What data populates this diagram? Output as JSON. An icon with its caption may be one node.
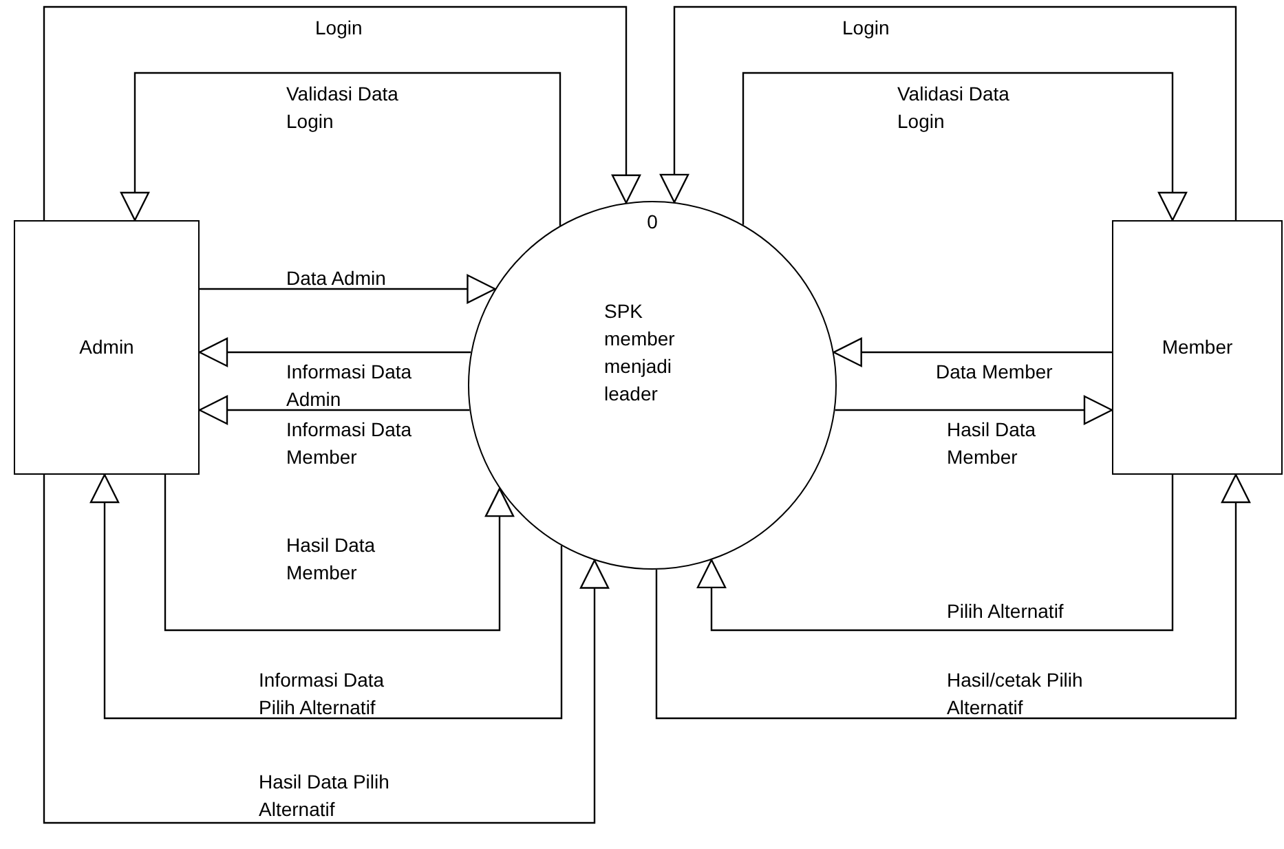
{
  "diagram": {
    "nodes": [
      {
        "text": [
          "Admin"
        ]
      },
      {
        "text": [
          "0",
          "SPK member menjadi leader"
        ]
      },
      {
        "text": [
          "Member"
        ]
      }
    ],
    "edges": [
      {
        "from": 0,
        "to": 1,
        "arrow": "to",
        "label": "Login"
      },
      {
        "from": 1,
        "to": 0,
        "arrow": "to",
        "label": "Validasi Data Login"
      },
      {
        "from": 0,
        "to": 1,
        "arrow": "to",
        "label": "Data Admin"
      },
      {
        "from": 1,
        "to": 0,
        "arrow": "to",
        "label": "Informasi Data Admin"
      },
      {
        "from": 1,
        "to": 0,
        "arrow": "to",
        "label": "Informasi Data Member"
      },
      {
        "from": 0,
        "to": 1,
        "arrow": "to",
        "label": "Hasil Data Member"
      },
      {
        "from": 1,
        "to": 0,
        "arrow": "to",
        "label": "Informasi Data Pilih Alternatif"
      },
      {
        "from": 0,
        "to": 1,
        "arrow": "to",
        "label": "Hasil Data Pilih Alternatif"
      },
      {
        "from": 2,
        "to": 1,
        "arrow": "to",
        "label": "Login"
      },
      {
        "from": 1,
        "to": 2,
        "arrow": "to",
        "label": "Validasi Data Login"
      },
      {
        "from": 2,
        "to": 1,
        "arrow": "to",
        "label": "Data Member"
      },
      {
        "from": 1,
        "to": 2,
        "arrow": "to",
        "label": "Hasil Data Member"
      },
      {
        "from": 2,
        "to": 1,
        "arrow": "to",
        "label": "Pilih Alternatif"
      },
      {
        "from": 1,
        "to": 2,
        "arrow": "to",
        "label": "Hasil/cetak Pilih Alternatif"
      }
    ]
  }
}
